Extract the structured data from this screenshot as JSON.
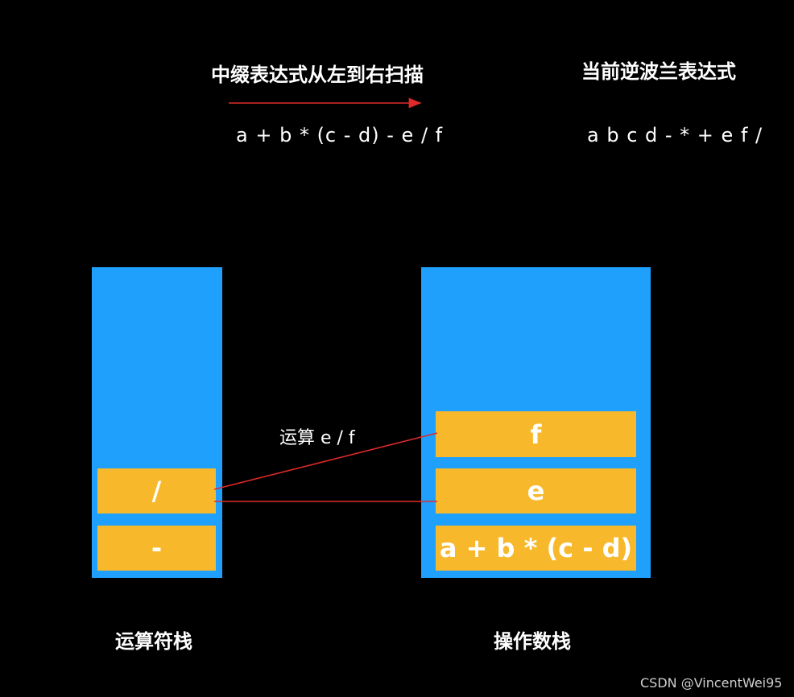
{
  "header": {
    "scan_title": "中缀表达式从左到右扫描",
    "infix_expression": "a + b * (c - d) - e / f",
    "rpn_title": "当前逆波兰表达式",
    "rpn_expression": "a b c d - * + e f /"
  },
  "operator_stack": {
    "label": "运算符栈",
    "items": [
      "/",
      "-"
    ]
  },
  "operand_stack": {
    "label": "操作数栈",
    "items": [
      "f",
      "e",
      "a + b * (c - d)"
    ]
  },
  "operation_label": "运算 e / f",
  "colors": {
    "background": "#000000",
    "stack": "#1ea0fc",
    "cell": "#f7b92b",
    "arrow": "#e02a2a"
  },
  "watermark": "CSDN @VincentWei95"
}
